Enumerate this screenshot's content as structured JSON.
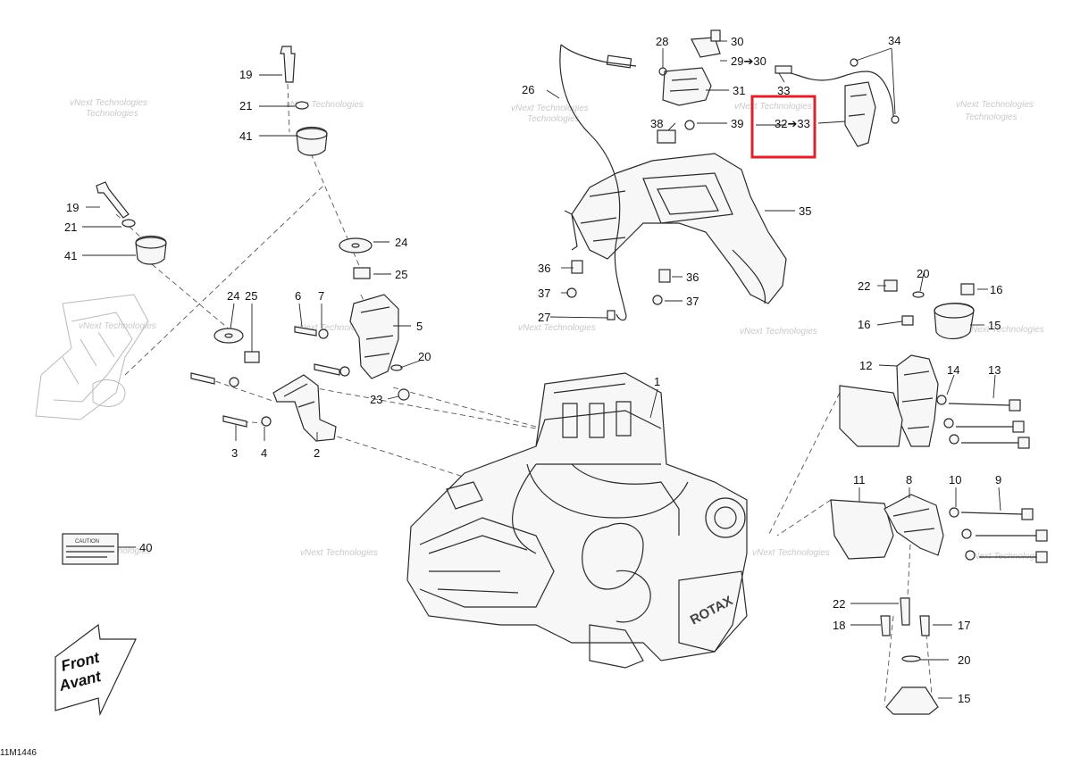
{
  "figure_id": "11M1446",
  "watermark": {
    "line1": "vNext Technologies",
    "line2": "Technologies"
  },
  "front_arrow": {
    "line1": "Front",
    "line2": "Avant"
  },
  "caution_label": "CAUTION",
  "colors": {
    "highlight": "#d9232e",
    "line": "#2a2a2a"
  },
  "callouts": {
    "c1": "1",
    "c2": "2",
    "c3": "3",
    "c4": "4",
    "c5": "5",
    "c6": "6",
    "c7": "7",
    "c8": "8",
    "c9": "9",
    "c10": "10",
    "c11": "11",
    "c12": "12",
    "c13": "13",
    "c14": "14",
    "c15a": "15",
    "c15b": "15",
    "c16a": "16",
    "c16b": "16",
    "c17": "17",
    "c18": "18",
    "c19a": "19",
    "c19b": "19",
    "c20a": "20",
    "c20b": "20",
    "c20c": "20",
    "c21a": "21",
    "c21b": "21",
    "c22a": "22",
    "c22b": "22",
    "c23": "23",
    "c24a": "24",
    "c24b": "24",
    "c25a": "25",
    "c25b": "25",
    "c26": "26",
    "c27": "27",
    "c28": "28",
    "c29": "29➔30",
    "c30": "30",
    "c31": "31",
    "c32": "32➔33",
    "c33": "33",
    "c34": "34",
    "c35": "35",
    "c36a": "36",
    "c36b": "36",
    "c37a": "37",
    "c37b": "37",
    "c38": "38",
    "c39": "39",
    "c40": "40",
    "c41a": "41",
    "c41b": "41"
  }
}
